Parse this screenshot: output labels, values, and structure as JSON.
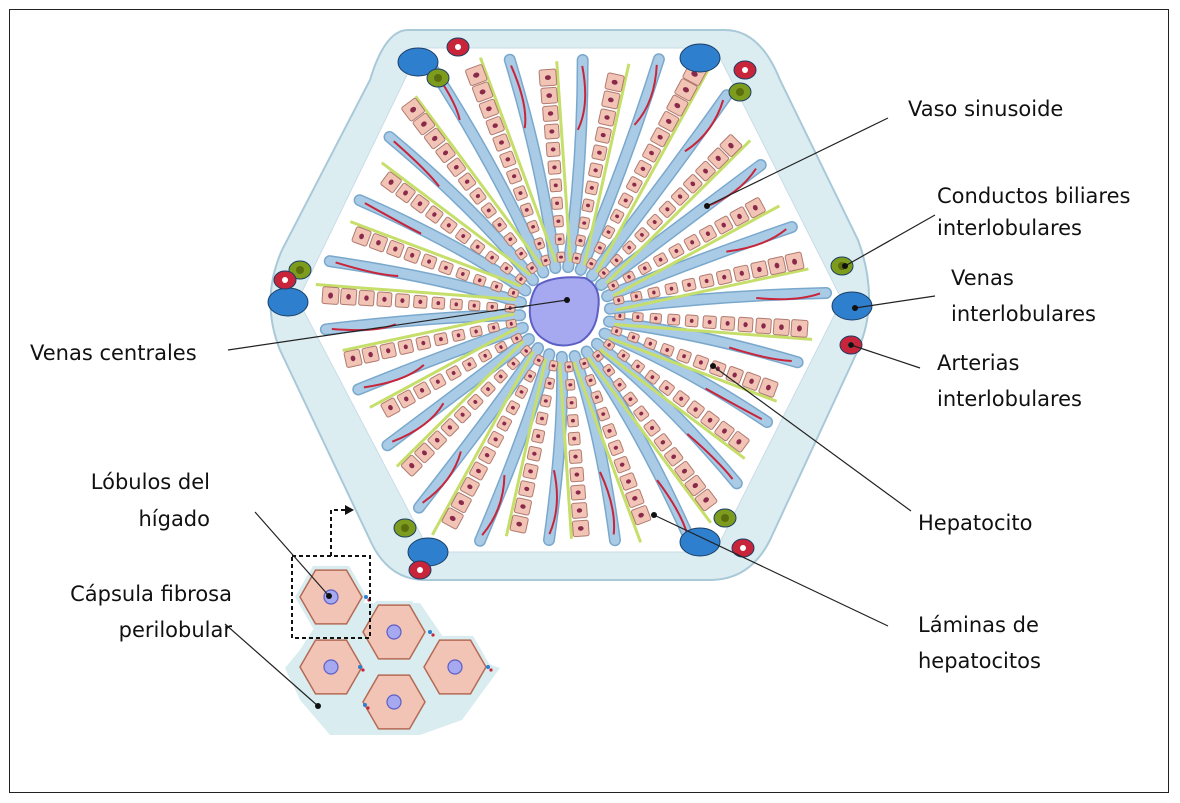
{
  "labels": {
    "vaso_sinusoide": "Vaso sinusoide",
    "conductos_1": "Conductos biliares",
    "conductos_2": "interlobulares",
    "venas_int_1": "Venas",
    "venas_int_2": "interlobulares",
    "arterias_1": "Arterias",
    "arterias_2": "interlobulares",
    "hepatocito": "Hepatocito",
    "laminas_1": "Láminas de",
    "laminas_2": "hepatocitos",
    "venas_centrales": "Venas centrales",
    "lobulos_1": "Lóbulos del",
    "lobulos_2": "hígado",
    "capsula_1": "Cápsula fibrosa",
    "capsula_2": "perilobular"
  },
  "colors": {
    "central_vein": "#a7a9f0",
    "portal_vein": "#2f7fcf",
    "bile_duct": "#7d9b1c",
    "artery": "#c8243a",
    "sinusoid": "#a9cbe6",
    "hepatocyte": "#f2c4b6",
    "canaliculi": "#c6de6a",
    "capsule": "#d9ecef"
  }
}
